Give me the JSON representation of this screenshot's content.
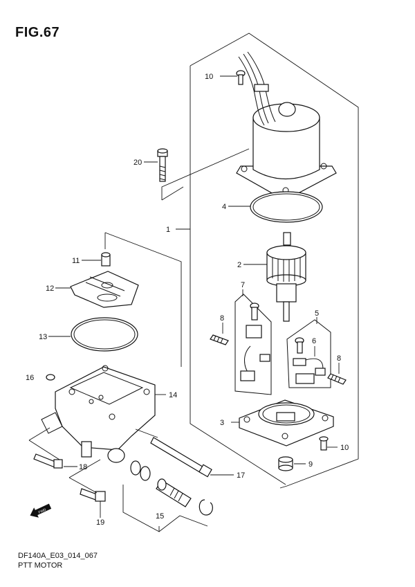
{
  "figure": {
    "title": "FIG.67"
  },
  "document": {
    "code": "DF140A_E03_014_067",
    "name": "PTT MOTOR"
  },
  "fwd_label": "FWD",
  "callouts": {
    "c1": "1",
    "c2": "2",
    "c3": "3",
    "c4": "4",
    "c5": "5",
    "c6": "6",
    "c7": "7",
    "c8a": "8",
    "c8b": "8",
    "c9": "9",
    "c10a": "10",
    "c10b": "10",
    "c11": "11",
    "c12": "12",
    "c13": "13",
    "c14": "14",
    "c15": "15",
    "c16": "16",
    "c17": "17",
    "c18": "18",
    "c19": "19",
    "c20": "20"
  }
}
